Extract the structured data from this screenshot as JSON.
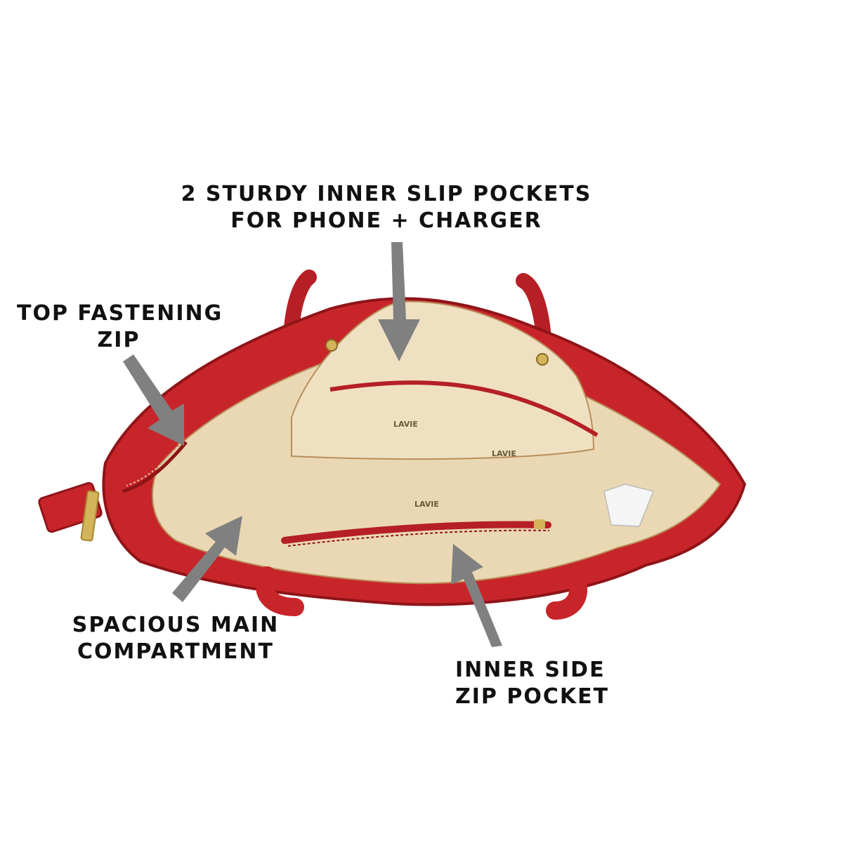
{
  "image": {
    "subject": "open red tote handbag viewed from above with labeled interior features",
    "colors": {
      "leather": "#c8252b",
      "leather_dark": "#8f1418",
      "lining": "#ead8b4",
      "arrow": "#808080",
      "text": "#111111"
    }
  },
  "callouts": {
    "pockets": {
      "line1": "2 STURDY INNER SLIP POCKETS",
      "line2": "FOR PHONE + CHARGER"
    },
    "zip": {
      "line1": "TOP FASTENING",
      "line2": "ZIP"
    },
    "main": {
      "line1": "SPACIOUS MAIN",
      "line2": "COMPARTMENT"
    },
    "side": {
      "line1": "INNER SIDE",
      "line2": "ZIP POCKET"
    }
  },
  "lining_print": "LAVIE"
}
